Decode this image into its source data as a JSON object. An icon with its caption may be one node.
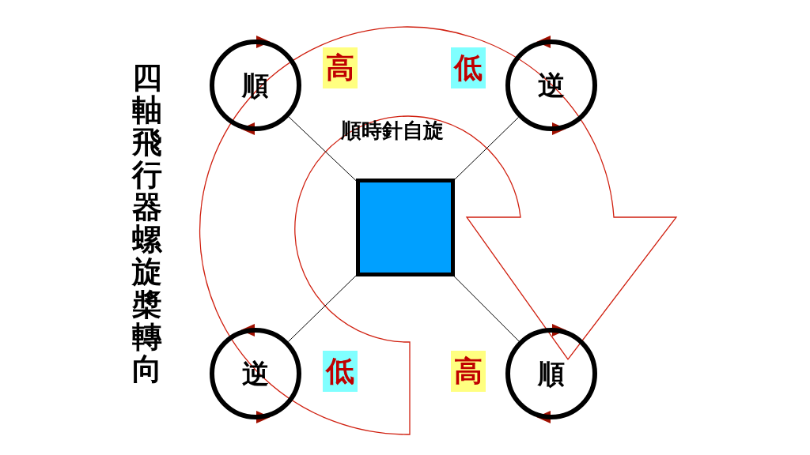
{
  "diagram": {
    "title": "四軸飛行器螺旋槳轉向",
    "nodes": [
      {
        "text": [
          "順"
        ]
      },
      {
        "text": [
          "逆"
        ]
      },
      {
        "text": [],
        "shape": "box"
      },
      {
        "text": [
          "逆"
        ]
      },
      {
        "text": [
          "順"
        ]
      }
    ],
    "edges": [
      {
        "from": 2,
        "to": 0,
        "arrow": "none"
      },
      {
        "from": 2,
        "to": 1,
        "arrow": "none"
      },
      {
        "from": 2,
        "to": 3,
        "arrow": "none"
      },
      {
        "from": 2,
        "to": 4,
        "arrow": "none"
      }
    ],
    "labels": [
      "高",
      "低",
      "順時針自旋",
      "低",
      "高"
    ]
  }
}
